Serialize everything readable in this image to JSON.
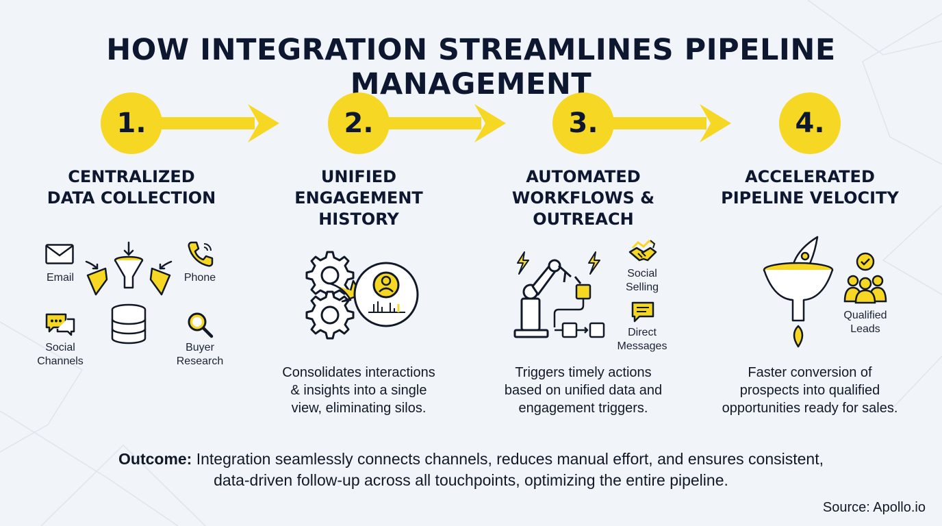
{
  "title": "HOW INTEGRATION STREAMLINES PIPELINE MANAGEMENT",
  "colors": {
    "accent": "#f6d824",
    "ink": "#0d1730",
    "background": "#f1f4f8"
  },
  "steps": [
    {
      "number": "1.",
      "title_lines": [
        "CENTRALIZED",
        "DATA COLLECTION"
      ],
      "icons": [
        {
          "label": "Email",
          "icon": "envelope-icon"
        },
        {
          "label": "Phone",
          "icon": "phone-icon"
        },
        {
          "label_lines": [
            "Social",
            "Channels"
          ],
          "icon": "chat-bubbles-icon"
        },
        {
          "label_lines": [
            "Buyer",
            "Research"
          ],
          "icon": "magnifier-icon"
        }
      ]
    },
    {
      "number": "2.",
      "title_lines": [
        "UNIFIED",
        "ENGAGEMENT",
        "HISTORY"
      ],
      "desc_lines": [
        "Consolidates interactions",
        "& insights into a single",
        "view, eliminating silos."
      ]
    },
    {
      "number": "3.",
      "title_lines": [
        "AUTOMATED",
        "WORKFLOWS &",
        "OUTREACH"
      ],
      "icons": [
        {
          "label_lines": [
            "Social",
            "Selling"
          ],
          "icon": "handshake-icon"
        },
        {
          "label_lines": [
            "Direct",
            "Messages"
          ],
          "icon": "message-icon"
        }
      ],
      "desc_lines": [
        "Triggers timely actions",
        "based on unified data and",
        "engagement triggers."
      ]
    },
    {
      "number": "4.",
      "title_lines": [
        "ACCELERATED",
        "PIPELINE VELOCITY"
      ],
      "icons": [
        {
          "label_lines": [
            "Qualified",
            "Leads"
          ],
          "icon": "people-check-icon"
        }
      ],
      "desc_lines": [
        "Faster conversion of",
        "prospects into qualified",
        "opportunities ready for sales."
      ]
    }
  ],
  "outcome": {
    "label": "Outcome:",
    "line1": " Integration seamlessly connects channels, reduces manual effort, and ensures consistent,",
    "line2": "data-driven follow-up across all touchpoints, optimizing the entire pipeline."
  },
  "source": "Source: Apollo.io"
}
